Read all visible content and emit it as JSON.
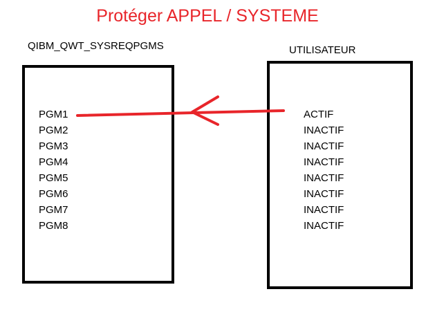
{
  "title": "Protéger APPEL / SYSTEME",
  "colors": {
    "title": "#e8252a",
    "arrow": "#e8252a",
    "box_border": "#000000",
    "text": "#000000"
  },
  "left_box": {
    "label": "QIBM_QWT_SYSREQPGMS",
    "items": [
      "PGM1",
      "PGM2",
      "PGM3",
      "PGM4",
      "PGM5",
      "PGM6",
      "PGM7",
      "PGM8"
    ]
  },
  "right_box": {
    "label": "UTILISATEUR",
    "items": [
      "ACTIF",
      "INACTIF",
      "INACTIF",
      "INACTIF",
      "INACTIF",
      "INACTIF",
      "INACTIF",
      "INACTIF"
    ]
  }
}
